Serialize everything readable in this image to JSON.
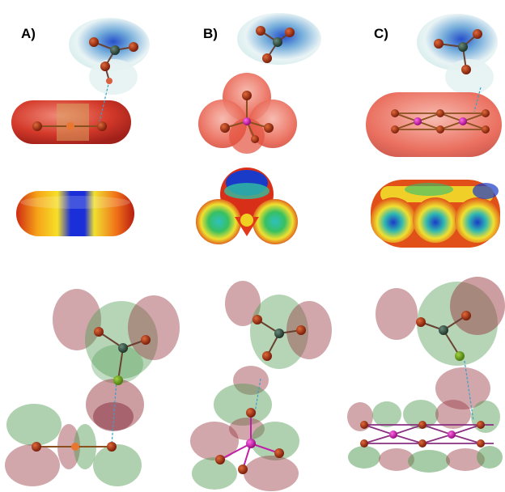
{
  "panels": [
    {
      "label": "A)"
    },
    {
      "label": "B)"
    },
    {
      "label": "C)"
    }
  ],
  "colors": {
    "background": "#ffffff",
    "surface_red": "#d43a2a",
    "surface_blue": "#1a3fc4",
    "surface_yellow": "#f2d03a",
    "surface_green": "#2fb56a",
    "orbital_red": "#9a3b44",
    "orbital_green": "#4e9a50",
    "atom_oxygen": "#8e2a12",
    "atom_carbon": "#2f4f3f",
    "atom_phosphorus": "#c01fa8",
    "hbond_line": "#3aa0c8"
  }
}
